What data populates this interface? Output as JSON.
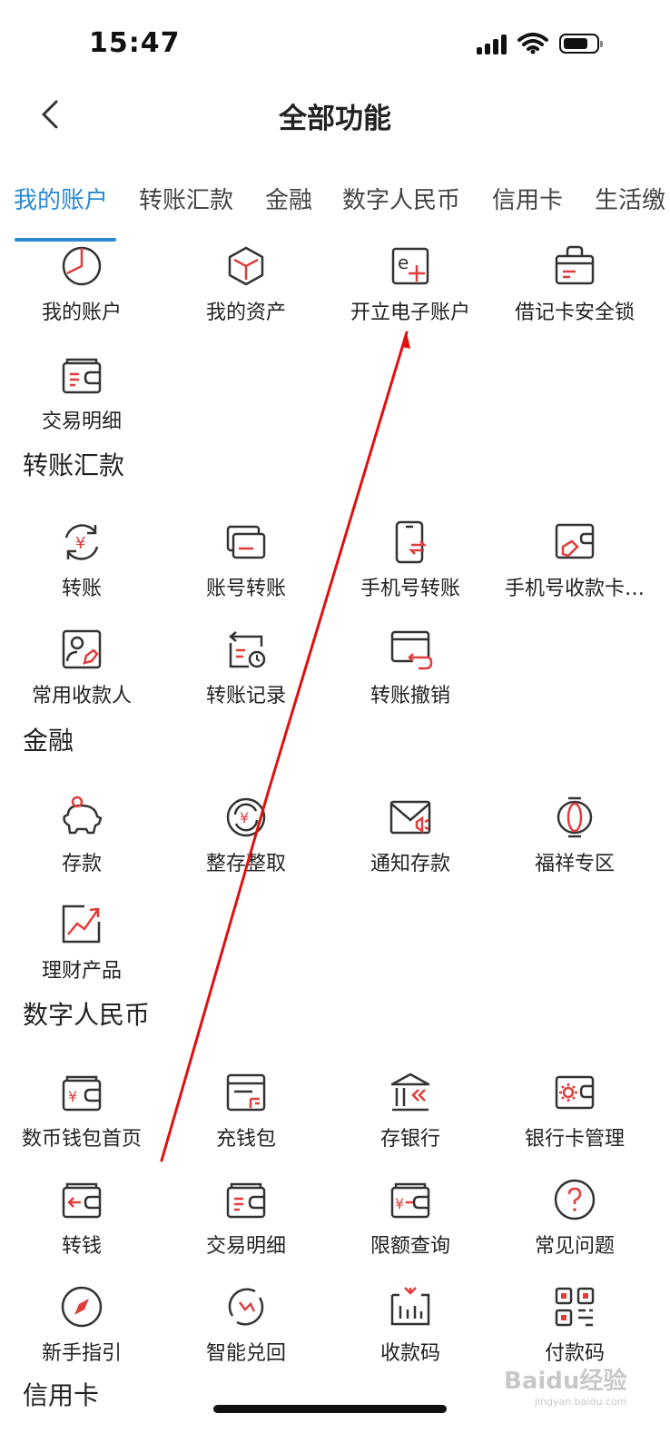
{
  "status_bar": {
    "time": "15:47"
  },
  "header": {
    "title": "全部功能"
  },
  "tabs": [
    "我的账户",
    "转账汇款",
    "金融",
    "数字人民币",
    "信用卡",
    "生活缴"
  ],
  "sections": [
    {
      "title": "",
      "items": [
        {
          "label": "我的账户",
          "icon": "pie-chart-icon"
        },
        {
          "label": "我的资产",
          "icon": "cube-icon"
        },
        {
          "label": "开立电子账户",
          "icon": "e-account-plus-icon"
        },
        {
          "label": "借记卡安全锁",
          "icon": "card-lock-icon"
        },
        {
          "label": "交易明细",
          "icon": "wallet-detail-icon"
        }
      ]
    },
    {
      "title": "转账汇款",
      "items": [
        {
          "label": "转账",
          "icon": "yuan-cycle-icon"
        },
        {
          "label": "账号转账",
          "icon": "cards-icon"
        },
        {
          "label": "手机号转账",
          "icon": "phone-transfer-icon"
        },
        {
          "label": "手机号收款卡…",
          "icon": "wallet-tag-icon"
        },
        {
          "label": "常用收款人",
          "icon": "payee-icon"
        },
        {
          "label": "转账记录",
          "icon": "transfer-record-icon"
        },
        {
          "label": "转账撤销",
          "icon": "card-undo-icon"
        }
      ]
    },
    {
      "title": "金融",
      "items": [
        {
          "label": "存款",
          "icon": "piggy-bank-icon"
        },
        {
          "label": "整存整取",
          "icon": "yuan-refresh-icon"
        },
        {
          "label": "通知存款",
          "icon": "mail-notice-icon"
        },
        {
          "label": "福祥专区",
          "icon": "lantern-icon"
        },
        {
          "label": "理财产品",
          "icon": "trend-chart-icon"
        }
      ]
    },
    {
      "title": "数字人民币",
      "items": [
        {
          "label": "数币钱包首页",
          "icon": "yuan-wallet-icon"
        },
        {
          "label": "充钱包",
          "icon": "wallet-topup-icon"
        },
        {
          "label": "存银行",
          "icon": "bank-icon"
        },
        {
          "label": "银行卡管理",
          "icon": "card-gear-icon"
        },
        {
          "label": "转钱",
          "icon": "wallet-transfer-icon"
        },
        {
          "label": "交易明细",
          "icon": "wallet-detail-icon"
        },
        {
          "label": "限额查询",
          "icon": "limit-query-icon"
        },
        {
          "label": "常见问题",
          "icon": "question-icon"
        },
        {
          "label": "新手指引",
          "icon": "compass-icon"
        },
        {
          "label": "智能兑回",
          "icon": "smart-exchange-icon"
        },
        {
          "label": "收款码",
          "icon": "receive-code-icon"
        },
        {
          "label": "付款码",
          "icon": "qr-code-icon"
        }
      ]
    },
    {
      "title": "信用卡",
      "items": []
    }
  ],
  "colors": {
    "accent": "#2a8ad4",
    "icon_red": "#e03c3c",
    "icon_dark": "#333333",
    "annotation": "#e01010"
  },
  "watermark": {
    "brand": "Baidu经验",
    "url": "jingyan.baidu.com"
  }
}
